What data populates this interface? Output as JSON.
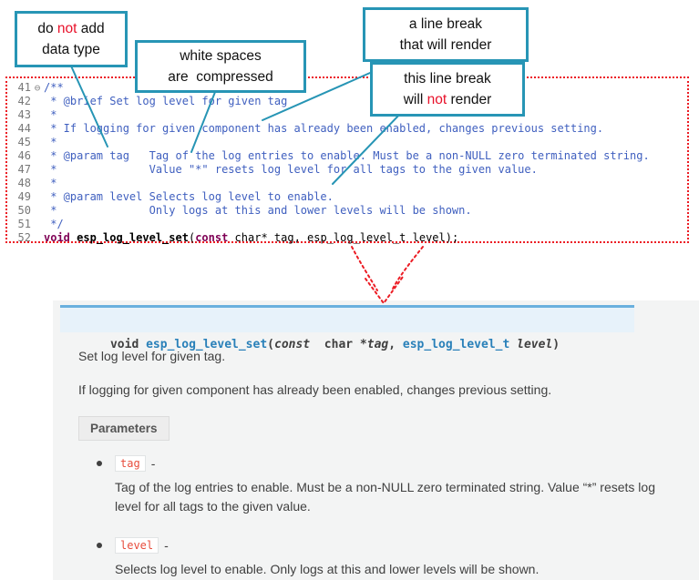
{
  "callouts": {
    "no_data_type": {
      "l1a": "do ",
      "l1b": "not",
      "l1c": " add",
      "l2": "data type"
    },
    "whitespace": {
      "l1": "white spaces",
      "l2": "are  compressed"
    },
    "break_render": {
      "l1": "a line break",
      "l2": "that will render"
    },
    "break_no_render": {
      "l1": "this line break",
      "l2a": "will ",
      "l2b": "not",
      "l2c": " render"
    }
  },
  "code": {
    "lines": [
      {
        "num": "41",
        "fold": "⊖",
        "text": "/**"
      },
      {
        "num": "42",
        "text": " * @brief Set log level for given tag"
      },
      {
        "num": "43",
        "text": " *"
      },
      {
        "num": "44",
        "text": " * If logging for given component has already been enabled, changes previous setting."
      },
      {
        "num": "45",
        "text": " *"
      },
      {
        "num": "46",
        "text": " * @param tag   Tag of the log entries to enable. Must be a non-NULL zero terminated string."
      },
      {
        "num": "47",
        "text": " *              Value \"*\" resets log level for all tags to the given value."
      },
      {
        "num": "48",
        "text": " *"
      },
      {
        "num": "49",
        "text": " * @param level Selects log level to enable."
      },
      {
        "num": "50",
        "text": " *              Only logs at this and lower levels will be shown."
      },
      {
        "num": "51",
        "text": " */"
      },
      {
        "num": "52"
      }
    ],
    "line52": {
      "kw_void": "void",
      "sp": " ",
      "fn": "esp_log_level_set",
      "open": "(",
      "kw_const": "const",
      "rest": " char* tag, esp_log_level_t level);"
    }
  },
  "doc": {
    "signature": {
      "ret": "void ",
      "fn": "esp_log_level_set",
      "open": "(",
      "kw_const": "const",
      "char_ptr": "  char *",
      "arg1": "tag",
      "comma": ", ",
      "type2": "esp_log_level_t",
      "sp": " ",
      "arg2": "level",
      "close": ")"
    },
    "p1": "Set log level for given tag.",
    "p2": "If logging for given component has already been enabled, changes previous setting.",
    "params_label": "Parameters",
    "params": [
      {
        "name": "tag",
        "sep": "-",
        "desc": "Tag of the log entries to enable. Must be a non-NULL zero terminated string. Value “*” resets log level for all tags to the given value."
      },
      {
        "name": "level",
        "sep": "-",
        "desc": "Selects log level to enable. Only logs at this and lower levels will be shown."
      }
    ]
  },
  "colors": {
    "callout_border": "#2795B5",
    "annotation_red": "#E8112A",
    "dotted_red": "#EC1C24",
    "comment_blue": "#3F5FBF",
    "keyword_purple": "#7F0055",
    "link_teal": "#2980B9",
    "signature_bg": "#E7F2FA",
    "signature_border": "#6AB0DE",
    "panel_bg": "#F3F4F4",
    "param_chip_red": "#E74C3C"
  }
}
